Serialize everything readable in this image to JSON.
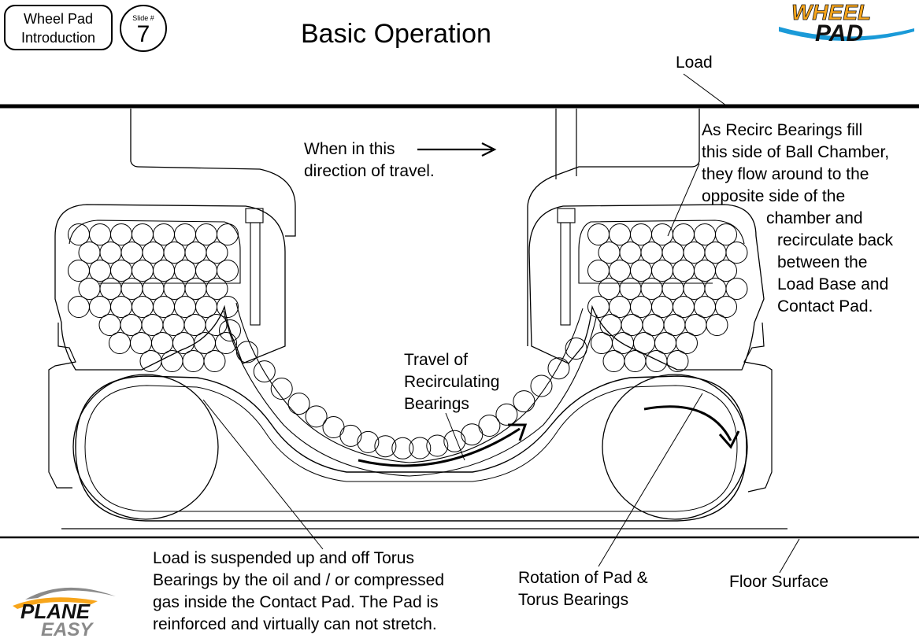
{
  "header": {
    "section_line1": "Wheel Pad",
    "section_line2": "Introduction",
    "slide_label": "Slide #",
    "slide_number": "7",
    "title": "Basic Operation"
  },
  "logos": {
    "top_right": "WHEEL PAD",
    "bottom_left": "PLANE EASY"
  },
  "labels": {
    "load": "Load",
    "travel_direction": [
      "When in this",
      "direction of travel."
    ],
    "recirc": [
      "As Recirc Bearings fill",
      "this side of Ball Chamber,",
      "they flow around to the",
      "opposite side of the",
      "chamber and",
      "recirculate back",
      "between the",
      "Load Base and",
      "Contact Pad."
    ],
    "travel_bearings": [
      "Travel of",
      "Recirculating",
      "Bearings"
    ],
    "suspended": [
      "Load is suspended up and off Torus",
      "Bearings by the oil and / or compressed",
      "gas inside the Contact Pad.  The Pad is",
      "reinforced and virtually can not stretch."
    ],
    "rotation": [
      "Rotation of Pad &",
      "Torus Bearings"
    ],
    "floor": "Floor Surface"
  },
  "colors": {
    "logo_orange": "#f7a51b",
    "logo_blue": "#1a9ad8",
    "logo_black": "#111111",
    "logo_gray": "#8a8a8a"
  }
}
